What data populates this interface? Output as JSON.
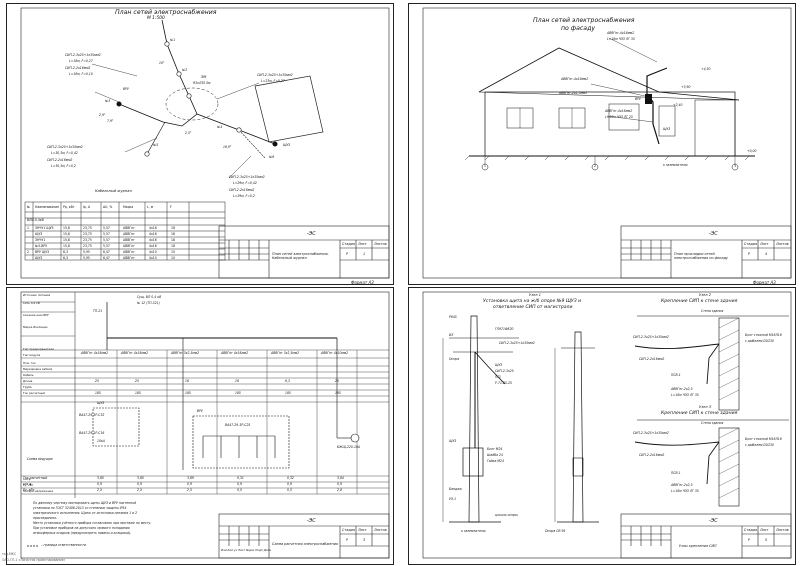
{
  "sheets": {
    "s1": {
      "title": "План сетей электроснабжения",
      "scale": "М 1:500",
      "cable_labels": [
        "СИП-2-3х25+1х35мм2",
        "L=18м, F=0,27",
        "СИП-2-2х16мм2",
        "L=18м, F=0,10",
        "СИП-2-3х25+1х35мм2",
        "L=23м, F=0,27",
        "СИП-2-3х25+1х35мм2",
        "L=30,3м, F=0,42",
        "СИП-2-2х16мм2",
        "L=30,3м, F=0,2",
        "СИП-2-3х25+1х35мм2",
        "L=29м, F=0,42",
        "СИП-2-2х16мм2",
        "L=29м, F=0,2"
      ],
      "tp_label": "ЗМ",
      "tp_sub": "R3хЛ30 0м",
      "node_labels": [
        "№1",
        "№2",
        "№3",
        "№4",
        "№5",
        "№6",
        "ВРУ",
        "ЩУЗ"
      ],
      "angles": [
        "10°",
        "2,9°",
        "7,9°",
        "16,9°",
        "2,5°"
      ],
      "table_title": "Кабельный журнал",
      "table_subtitle": "ВЛИ-0,4кВ",
      "table_head": [
        "№",
        "Наименование",
        "Pр, кВт",
        "Iр, А",
        "ΔU, %",
        "Марка",
        "L, м",
        "F"
      ],
      "table_rows": [
        [
          "1",
          "ЗНЧУ1 ЩУЗ",
          "15,8",
          "23,75",
          "5,57",
          "АВВГнг",
          "4х16",
          "18"
        ],
        [
          "",
          "ЩУЗ",
          "15,8",
          "23,75",
          "5,57",
          "АВВГнг",
          "4х16",
          "18"
        ],
        [
          "",
          "ЗНЧУ1",
          "15,8",
          "23,75",
          "5,57",
          "АВВГнг",
          "4х16",
          "18"
        ],
        [
          "",
          "№5-ВРУ",
          "15,8",
          "23,75",
          "5,57",
          "АВВГнг",
          "4х16",
          "18"
        ],
        [
          "2",
          "ВРУ ЩУЗ",
          "6,3",
          "5,95",
          "6,47",
          "АВВГнг",
          "4х10",
          "10"
        ],
        [
          "",
          "ЩУЗ",
          "6,3",
          "5,95",
          "6,47",
          "АВВГнг",
          "4х10",
          "10"
        ]
      ],
      "stamp_code": "-ЭС",
      "stamp_name": "План сетей электроснабжения. Кабельный журнал",
      "stamp_stage": "Р",
      "stamp_sheet": "1",
      "stamp_heads": [
        "Стадия",
        "Лист",
        "Листов"
      ],
      "format": "Формат А3"
    },
    "s2": {
      "title": "План сетей электроснабжения",
      "subtitle": "по фасаду",
      "labels": [
        "АВВГнг-4х16мм2",
        "L=18м ЧЭЗ ЛГ 35",
        "АВВГнг-4х16мм2",
        "АВВГнг-2х2,5мм2",
        "АВВГнг-4х16мм2",
        "L=18м ЧЭЗ ЛГ 25",
        "к заземлителю",
        "+4,50",
        "+3,90",
        "+2,40",
        "+0,00",
        "ВРУ",
        "ЩУЗ"
      ],
      "axes": [
        "1",
        "2",
        "3"
      ],
      "stamp_code": "-ЭС",
      "stamp_name": "План прокладки сетей электроснабжения по фасаду",
      "stamp_stage": "Р",
      "stamp_sheet": "4",
      "stamp_heads": [
        "Стадия",
        "Лист",
        "Листов"
      ],
      "format": "Формат А3"
    },
    "s3": {
      "header_rows": [
        "Источник питания",
        "Сеть 0,4 кВ",
        "Сечение шин ВРУ",
        "Марка Изоляции",
        "Тип предохранителя",
        "Тип модуля",
        "Ном. ток",
        "Маркировка кабеля",
        "Кабель",
        "Длина",
        "Труба",
        "Ток расчетный",
        "cos φ",
        "Ру, кВт",
        "Потери напряжения"
      ],
      "top_text": "Сущ. ВЛ 0,4 кВ",
      "top_sub": "№ 12 (ТП-321)",
      "mains_label": "ТП-21",
      "feeders": [
        "АВВГнг 4х16мм2",
        "АВВГнг 4х16мм2",
        "АВВГнг 3х2,5мм2",
        "АВВГнг 4х16мм2",
        "АВВГнг 3х2,5мм2",
        "АВВГнг 4х10мм2"
      ],
      "row_values": [
        "25",
        "25",
        "16",
        "16",
        "6,3",
        "25"
      ],
      "row_len": [
        "185",
        "185",
        "185",
        "185",
        "185",
        "185"
      ],
      "panel_labels": [
        "ВРУ",
        "ЩУЗ",
        "ВА47-29-3Р-С32",
        "ВА47-29-1Р-С16",
        "ВА47-29-3Р-С25",
        "10кА",
        "БЖЩ-220-10А"
      ],
      "scheme_label": "Схема ведущая",
      "bottom_rows": [
        "Ток расчетный",
        "cos φ",
        "Ру, кВт"
      ],
      "bottom_vals": [
        [
          "3,65",
          "3,65",
          "3,69",
          "0,31",
          "0,32",
          "3,84"
        ],
        [
          "0,9",
          "0,9",
          "0,9",
          "0,9",
          "0,9",
          "0,9"
        ],
        [
          "2,5",
          "2,5",
          "2,5",
          "0,5",
          "0,5",
          "2,8"
        ]
      ],
      "notes": [
        "По данному чертежу монтировать щиты ЩУЗ и ВРУ настенной",
        "установки по ГОСТ 32406-2013 со степенью защиты IP54",
        "электрического исполнения. Щиты от источника питания 1 и 2",
        "присоединить.",
        "Место установки учётного прибора согласовать при монтаже по месту.",
        "При установке приборов на допускать прямого попадания",
        "атмосферных осадков (предусмотреть навесы и козырьки)."
      ],
      "legend": "– граница ответственности",
      "stamp_code": "-ЭС",
      "stamp_name": "Схема расчетная электроснабжения",
      "stamp_stage": "Р",
      "stamp_sheet": "3",
      "stamp_heads": [
        "Стадия",
        "Лист",
        "Листов"
      ],
      "corner": "Изм.Кол.уч Лист №док Подп Дата"
    },
    "s4": {
      "title1": "Узел 1",
      "title1_text": "Установка щита на ж/б опоре №9 ЩУЗ и",
      "title1_text2": "ответвление СИП от магистрали",
      "title2": "Узел 2",
      "title2_text": "Крепление СИП к стене здания",
      "title3": "Узел 3",
      "title3_text": "Крепление СИП к стене здания",
      "pole_labels": [
        "Р645",
        "ГЛ971ФЕ20",
        "ИЗ",
        "СИП-2-3х25+1х35мм2",
        "Опора",
        "ЩУЗ",
        "СИП-2-3х25",
        "ПГ1",
        "Р-71-25-25",
        "ЩУЗ",
        "Болт М24",
        "Шайба 24",
        "Гайка М24",
        "Бандаж",
        "УЭ-1",
        "к заземлителю",
        "Опора СВ 95",
        "цоколь опоры"
      ],
      "wall_labels": [
        "Стена здания",
        "Болт стяжной М16Л16",
        "с дюбелем DU230",
        "СИП-2-3х25+1х35мм2",
        "СИП-2-2х16мм2",
        "ПСВ-1",
        "АВВГнг-2х2,5",
        "L=18м ЧЭЗ ЛГ 35"
      ],
      "stamp_code": "-ЭС",
      "stamp_name": "Узлы крепления СИП",
      "stamp_stage": "Р",
      "stamp_sheet": "5",
      "stamp_heads": [
        "Стадия",
        "Лист",
        "Листов"
      ]
    }
  },
  "footer_left": "тод-МКС",
  "footer_left2": "ОАО-ГП-1 «Логистик проектирование»"
}
